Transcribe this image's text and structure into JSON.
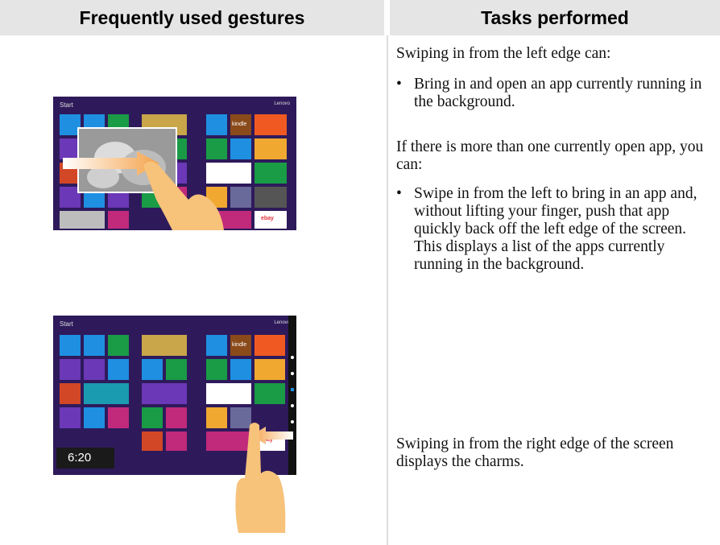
{
  "header": {
    "left": "Frequently used gestures",
    "right": "Tasks performed"
  },
  "left_edge": {
    "intro": "Swiping in from the left edge can:",
    "bullet": "Bring in and open an app currently running in the background.",
    "multi_intro": "If there is more than one currently open app, you can:",
    "multi_bullet": "Swipe in from the left to bring in an app and, without lifting your finger, push that app quickly back off the left edge of the screen. This displays a list of the apps currently running in the background."
  },
  "right_edge": {
    "text": "Swiping in from the right edge of the screen displays the charms."
  },
  "screenshot1": {
    "start_label": "Start",
    "user_label": "Lenovo",
    "tile_kindle": "kindle",
    "tile_ebay": "ebay"
  },
  "screenshot2": {
    "start_label": "Start",
    "user_label": "Lenovo",
    "tile_kindle": "kindle",
    "tile_ebay": "ebay",
    "clock_time": "6:20"
  },
  "colors": {
    "header_bg": "#e5e5e5",
    "start_bg": "#2e1a5b",
    "arrow": "#f5a24a",
    "finger": "#f7c27a"
  }
}
